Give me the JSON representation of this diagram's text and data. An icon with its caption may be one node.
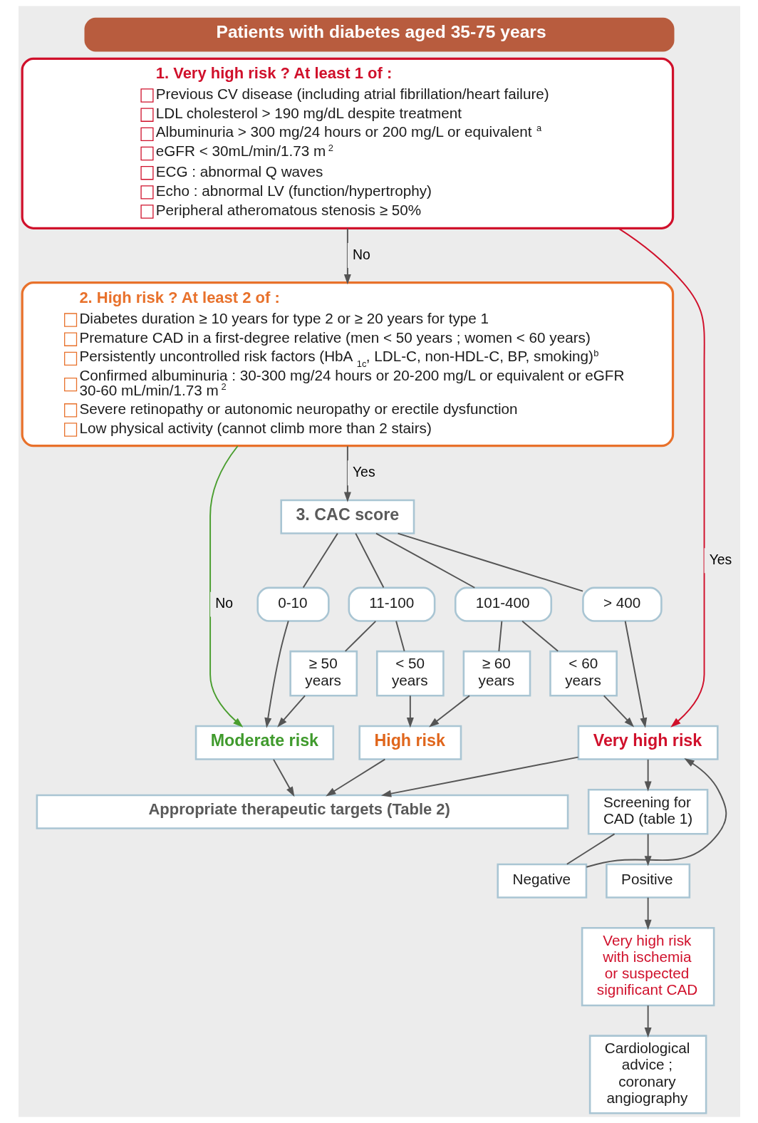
{
  "diagram": {
    "title": "Patients with diabetes aged 35-75 years",
    "nodes": [
      {
        "text": [
          "1. Very high risk ? At least 1 of :",
          "Previous CV disease (including atrial fibrillation/heart failure)",
          "LDL cholesterol > 190 mg/dL despite treatment",
          "Albuminuria > 300 mg/24 hours or 200 mg/L or equivalent$^{a}$",
          "eGFR < 30mL/min/1.73 m$^{2}$",
          "ECG : abnormal Q waves",
          "Echo : abnormal LV (function/hypertrophy)",
          "Peripheral atheromatous stenosis ≥ 50%"
        ]
      },
      {
        "text": [
          "2. High risk ? At least 2 of :",
          "Diabetes duration ≥ 10 years for type 2 or ≥ 20 years for type 1",
          "Premature CAD in a first-degree relative (men < 50 years ; women < 60 years)",
          "Persistently uncontrolled risk factors (HbA$_{1c}$, LDL-C, non-HDL-C, BP, smoking)$^{b}$",
          "Confirmed albuminuria : 30-300 mg/24 hours or 20-200 mg/L or equivalent or eGFR 30-60 mL/min/1.73 m$^{2}$",
          "Severe retinopathy or autonomic neuropathy or erectile dysfunction",
          "Low physical activity (cannot climb more than 2 stairs)"
        ]
      },
      {
        "text": [
          "3. CAC score"
        ]
      },
      {
        "text": [
          "0-10"
        ]
      },
      {
        "text": [
          "11-100"
        ]
      },
      {
        "text": [
          "101-400"
        ]
      },
      {
        "text": [
          "> 400"
        ]
      },
      {
        "text": [
          "≥ 50 years"
        ]
      },
      {
        "text": [
          "< 50 years"
        ]
      },
      {
        "text": [
          "≥ 60 years"
        ]
      },
      {
        "text": [
          "< 60 years"
        ]
      },
      {
        "text": [
          "Moderate risk"
        ]
      },
      {
        "text": [
          "High risk"
        ]
      },
      {
        "text": [
          "Very high risk"
        ]
      },
      {
        "text": [
          "Appropriate therapeutic targets (Table 2)"
        ]
      },
      {
        "text": [
          "Screening for CAD (table 1)"
        ]
      },
      {
        "text": [
          "Negative"
        ]
      },
      {
        "text": [
          "Positive"
        ]
      },
      {
        "text": [
          "Very high risk with ischemia or suspected significant CAD"
        ]
      },
      {
        "text": [
          "Cardiological advice ; coronary angiography"
        ]
      }
    ],
    "edges": [
      {
        "from": 0,
        "to": 1,
        "arrow": "to",
        "label": "No"
      },
      {
        "from": 0,
        "to": 13,
        "arrow": "to",
        "label": "Yes",
        "color": "#d0102b"
      },
      {
        "from": 1,
        "to": 11,
        "arrow": "to",
        "label": "No",
        "color": "#4a9e2f"
      },
      {
        "from": 1,
        "to": 2,
        "arrow": "to",
        "label": "Yes"
      },
      {
        "from": 2,
        "to": 3,
        "arrow": "none"
      },
      {
        "from": 2,
        "to": 4,
        "arrow": "none"
      },
      {
        "from": 2,
        "to": 5,
        "arrow": "none"
      },
      {
        "from": 2,
        "to": 6,
        "arrow": "none"
      },
      {
        "from": 4,
        "to": 7,
        "arrow": "none"
      },
      {
        "from": 4,
        "to": 8,
        "arrow": "none"
      },
      {
        "from": 5,
        "to": 9,
        "arrow": "none"
      },
      {
        "from": 5,
        "to": 10,
        "arrow": "none"
      },
      {
        "from": 3,
        "to": 11,
        "arrow": "to"
      },
      {
        "from": 7,
        "to": 11,
        "arrow": "to"
      },
      {
        "from": 8,
        "to": 12,
        "arrow": "to"
      },
      {
        "from": 9,
        "to": 12,
        "arrow": "to"
      },
      {
        "from": 10,
        "to": 13,
        "arrow": "to"
      },
      {
        "from": 6,
        "to": 13,
        "arrow": "to"
      },
      {
        "from": 11,
        "to": 14,
        "arrow": "to"
      },
      {
        "from": 12,
        "to": 14,
        "arrow": "to"
      },
      {
        "from": 13,
        "to": 14,
        "arrow": "to"
      },
      {
        "from": 13,
        "to": 15,
        "arrow": "to"
      },
      {
        "from": 15,
        "to": 16,
        "arrow": "none"
      },
      {
        "from": 16,
        "to": 13,
        "arrow": "to"
      },
      {
        "from": 15,
        "to": 17,
        "arrow": "to"
      },
      {
        "from": 17,
        "to": 18,
        "arrow": "to"
      },
      {
        "from": 18,
        "to": 19,
        "arrow": "to"
      }
    ]
  }
}
